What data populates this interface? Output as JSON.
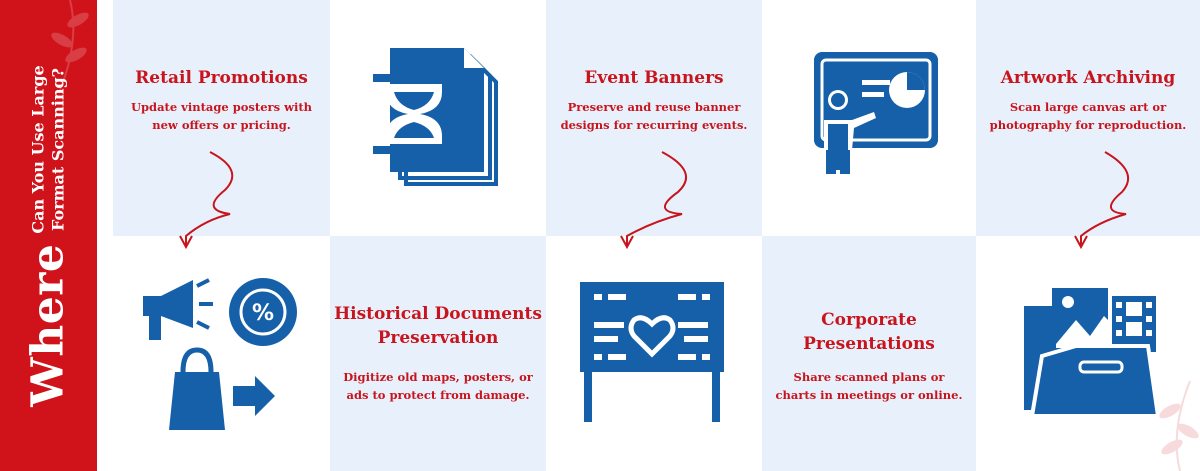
{
  "sidebar": {
    "big": "Where",
    "line1": "Can You Use Large",
    "line2": "Format Scanning?"
  },
  "cards": {
    "retail": {
      "title": "Retail Promotions",
      "desc1": "Update vintage posters with",
      "desc2": "new offers or pricing."
    },
    "event": {
      "title": "Event Banners",
      "desc1": "Preserve and reuse banner",
      "desc2": "designs for recurring events."
    },
    "artwork": {
      "title": "Artwork Archiving",
      "desc1": "Scan large canvas art or",
      "desc2": "photography for reproduction."
    },
    "historical": {
      "title1": "Historical Documents",
      "title2": "Preservation",
      "desc1": "Digitize old maps, posters, or",
      "desc2": "ads to protect from damage."
    },
    "corporate": {
      "title1": "Corporate",
      "title2": "Presentations",
      "desc1": "Share scanned plans or",
      "desc2": "charts in meetings or online."
    }
  },
  "icons": {
    "documents": "hourglass-documents-icon",
    "presentation": "presentation-board-icon",
    "promotion": "shopping-promotion-icon",
    "banner": "heart-banner-icon",
    "folder": "image-folder-icon"
  },
  "colors": {
    "red": "#d0131b",
    "blue": "#1560a9",
    "tint": "#e8f1fb"
  }
}
